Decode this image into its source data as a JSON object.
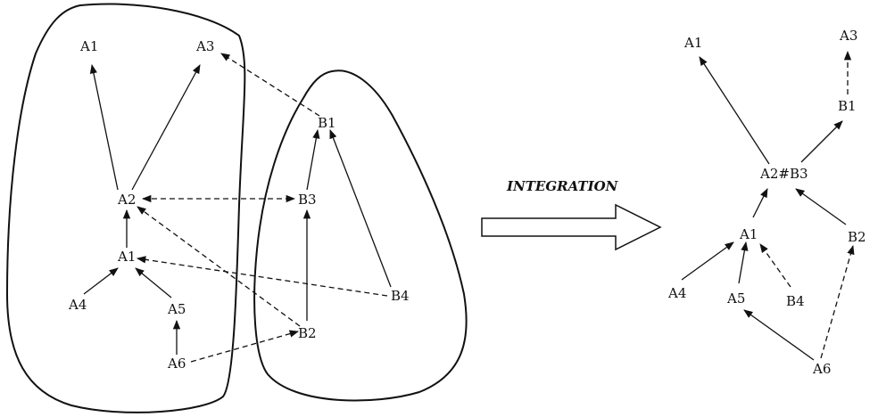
{
  "title": "INTEGRATION",
  "left_nodes": [
    "A1",
    "A3",
    "A2",
    "B1",
    "B3",
    "A1",
    "A4",
    "A5",
    "B4",
    "B2",
    "A6"
  ],
  "right_nodes": [
    "A1",
    "A3",
    "B1",
    "A2#B3",
    "A1",
    "B2",
    "A4",
    "A5",
    "B4",
    "A6"
  ]
}
